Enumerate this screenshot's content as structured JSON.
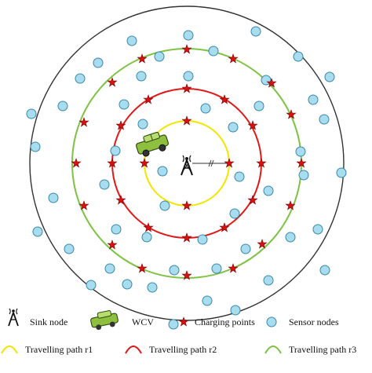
{
  "legend": {
    "sink_node": "Sink node",
    "wcv": "WCV",
    "charging_points": "Charging points",
    "sensor_nodes": "Sensor nodes",
    "path_r1": "Travelling path r1",
    "path_r2": "Travelling path r2",
    "path_r3": "Travelling path r3"
  },
  "colors": {
    "boundary": "#333333",
    "path_r1": "#f2e600",
    "path_r2": "#e01818",
    "path_r3": "#7dc242",
    "sensor_fill": "#a8dcef",
    "sensor_stroke": "#3a88a8",
    "charging_point": "#d81010",
    "wcv": "#8fbf3f"
  },
  "icons": {
    "sink": "antenna-tower-icon",
    "wcv": "vehicle-icon",
    "charging": "star-icon",
    "sensor": "circle-icon"
  }
}
